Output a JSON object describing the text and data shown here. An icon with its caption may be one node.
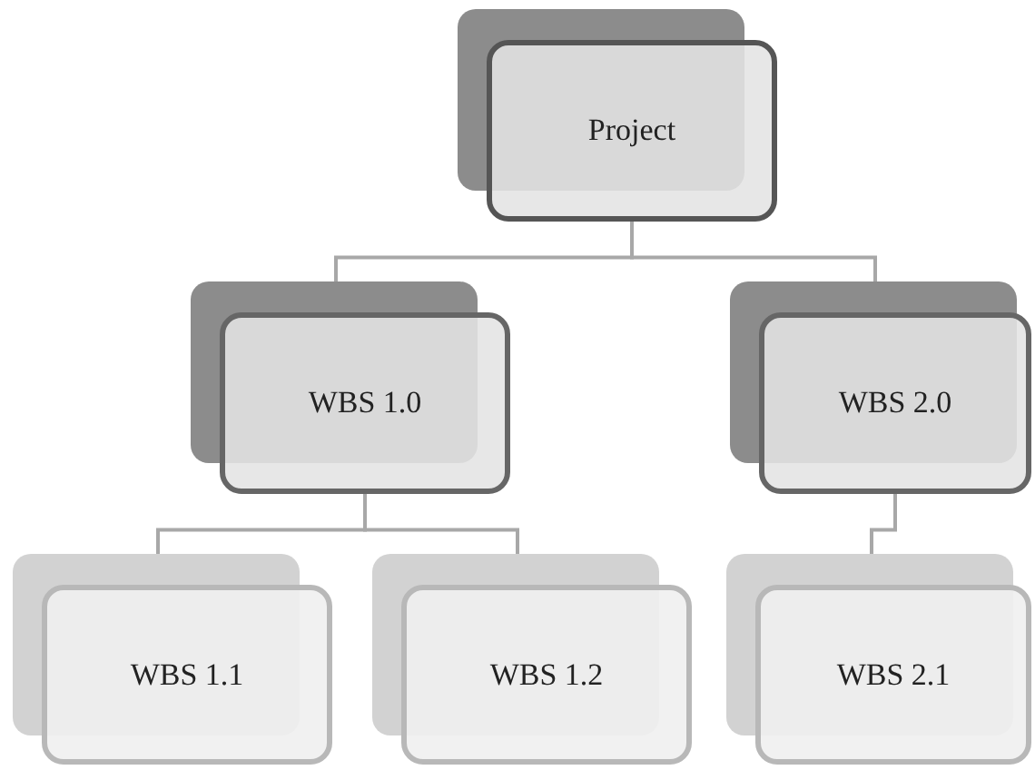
{
  "diagram": {
    "nodes": [
      {
        "text": [
          "Project"
        ]
      },
      {
        "text": [
          "WBS 1.0"
        ]
      },
      {
        "text": [
          "WBS 2.0"
        ]
      },
      {
        "text": [
          "WBS 1.1"
        ]
      },
      {
        "text": [
          "WBS 1.2"
        ]
      },
      {
        "text": [
          "WBS 2.1"
        ]
      }
    ],
    "edges": [
      {
        "from": 0,
        "to": 1,
        "arrow": "none"
      },
      {
        "from": 0,
        "to": 2,
        "arrow": "none"
      },
      {
        "from": 1,
        "to": 3,
        "arrow": "none"
      },
      {
        "from": 1,
        "to": 4,
        "arrow": "none"
      },
      {
        "from": 2,
        "to": 5,
        "arrow": "none"
      }
    ]
  }
}
